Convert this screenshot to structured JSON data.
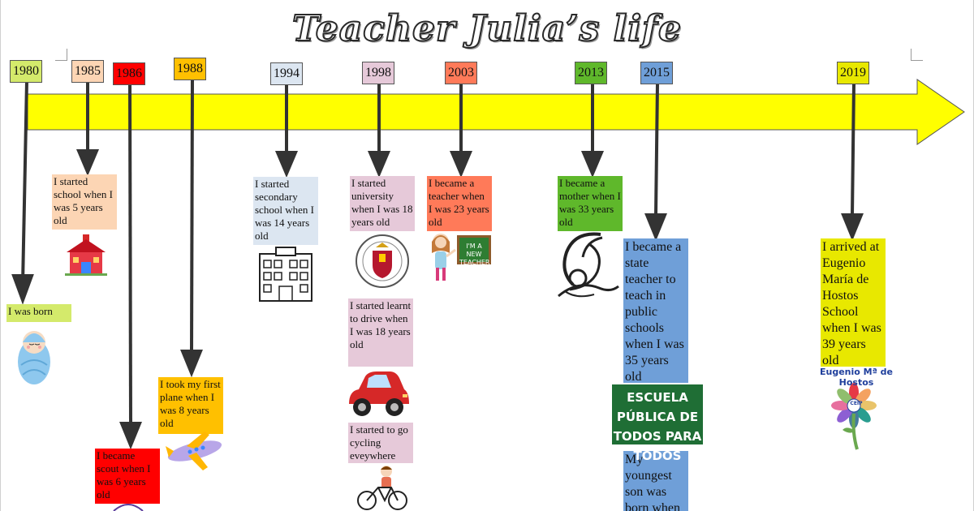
{
  "title": "Teacher Julia’s life",
  "colors": {
    "arrow_fill": "#ffff00",
    "c1980": "#d4ea6b",
    "c1985": "#fcd5b4",
    "c1986": "#ff0000",
    "c1988": "#ffc000",
    "c1994": "#dce6f1",
    "c1998": "#e6c9d9",
    "c2003": "#ff7a59",
    "c2013": "#5fb82b",
    "c2015": "#6f9fd8",
    "c2019": "#e8e800"
  },
  "years": [
    "1980",
    "1985",
    "1986",
    "1988",
    "1994",
    "1998",
    "2003",
    "2013",
    "2015",
    "2019"
  ],
  "events": {
    "e1980": "I was born",
    "e1985": "I started school when I was 5 years old",
    "e1986": "I became scout when I was 6 years old",
    "e1988": "I took my first plane when I was 8 years old",
    "e1994": "I started secondary school when I was  14 years old",
    "e1998a": "I started university when I was 18 years old",
    "e1998b": "I started learnt to drive when I was  18 years old",
    "e1998c": "I started to go cycling eveywhere",
    "e2003": "I became a teacher when I was 23 years old",
    "e2013": "I became a mother when I was 33 years old",
    "e2015a": "I became a state teacher to teach in public schools when I was 35 years old",
    "e2015b": "My youngest son was born when",
    "e2019": "I arrived at Eugenio María de Hostos School when I was 39 years old"
  },
  "images": {
    "school_sign": "ESCUELA PÚBLICA DE TODOS PARA TODOS",
    "board_text": "I'M A NEW TEACHER",
    "logo_text": "Eugenio Mª de Hostos",
    "logo_badge": "CEIP"
  },
  "icons": [
    "baby-icon",
    "school-house-icon",
    "airplane-icon",
    "building-icon",
    "university-seal-icon",
    "car-icon",
    "bicycle-icon",
    "teacher-icon",
    "mother-baby-icon",
    "public-school-sign-icon",
    "school-logo-icon",
    "scout-badge-icon"
  ]
}
